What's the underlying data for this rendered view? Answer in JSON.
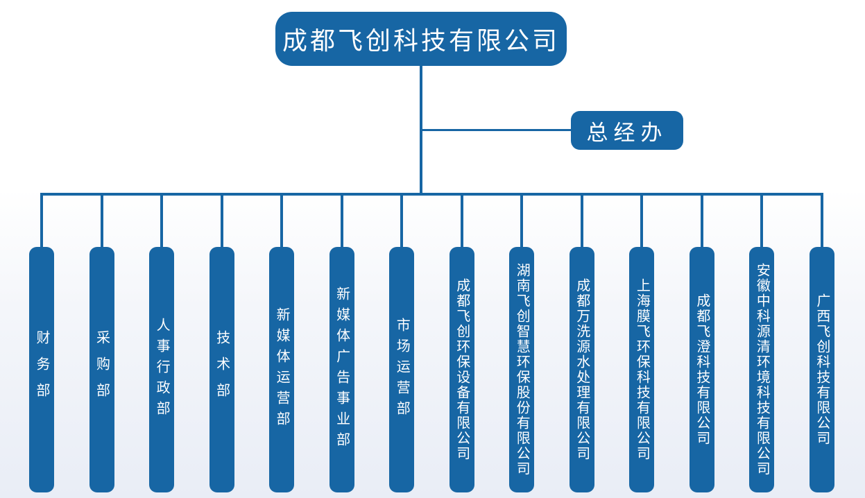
{
  "org": {
    "root_label": "成都飞创科技有限公司",
    "staff_label": "总经办",
    "children": [
      "财务部",
      "采购部",
      "人事行政部",
      "技术部",
      "新媒体运营部",
      "新媒体广告事业部",
      "市场运营部",
      "成都飞创环保设备有限公司",
      "湖南飞创智慧环保股份有限公司",
      "成都万洗源水处理有限公司",
      "上海膜飞环保科技有限公司",
      "成都飞澄科技有限公司",
      "安徽中科源清环境科技有限公司",
      "广西飞创科技有限公司"
    ]
  },
  "colors": {
    "node_blue": "#1766a4",
    "connector_blue": "#1766a4",
    "node_text": "#ffffff",
    "background_bottom_tint": "#e9edf6"
  }
}
